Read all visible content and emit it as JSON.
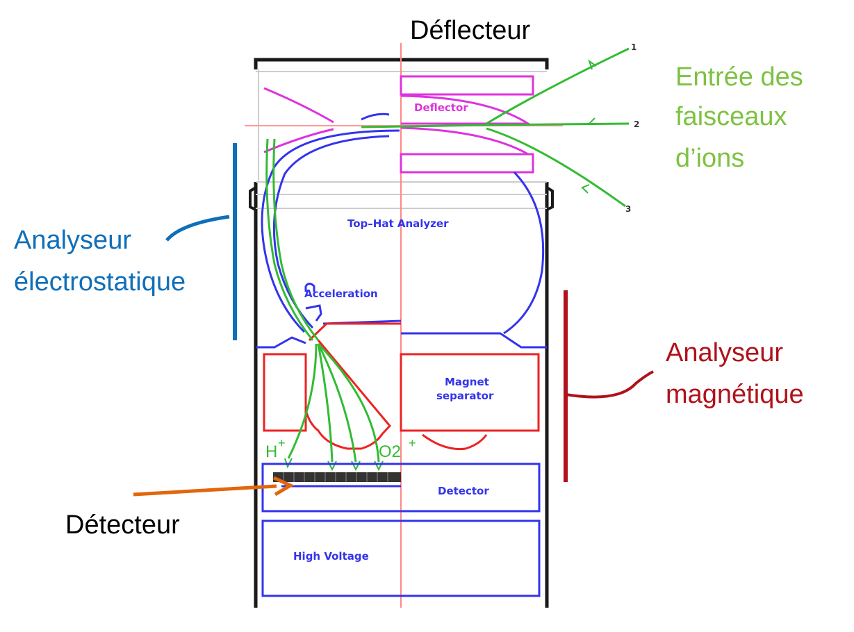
{
  "labels": {
    "deflecteur": "Déflecteur",
    "entree": [
      "Entrée des",
      "faisceaux",
      "d’ions"
    ],
    "analyseur_electro": [
      "Analyseur",
      "électrostatique"
    ],
    "analyseur_magnetique": [
      "Analyseur",
      "magnétique"
    ],
    "detecteur": "Détecteur"
  },
  "instrument": {
    "deflector": "Deflector",
    "top_hat": "Top–Hat Analyzer",
    "acceleration": "Acceleration",
    "magnet": [
      "Magnet",
      "separator"
    ],
    "detector": "Detector",
    "high_voltage": "High Voltage",
    "beam_numbers": [
      "1",
      "2",
      "3"
    ],
    "ion_h": "H",
    "ion_o2": "O2",
    "charge_plus": "+"
  },
  "colors": {
    "frame": "#1a1a1a",
    "blue_instrument": "#3333ee",
    "magenta": "#dd33dd",
    "red": "#ee2222",
    "green": "#33bb33",
    "axis_pink": "#ff8888",
    "label_green": "#7dc242",
    "label_blue": "#0f6fb9",
    "label_darkred": "#b0121b",
    "label_orange": "#e2660c"
  }
}
